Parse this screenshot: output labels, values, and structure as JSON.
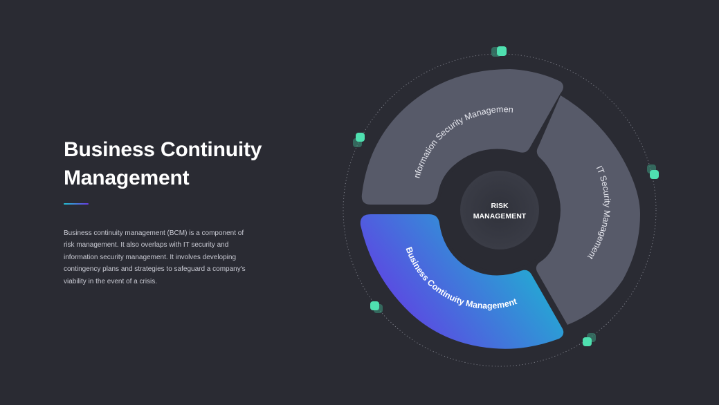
{
  "slide": {
    "title_line1": "Business Continuity",
    "title_line2": "Management",
    "description": "Business continuity management (BCM) is a component of risk management. It also overlaps with IT security and information security management. It involves developing contingency plans and strategies to safeguard a company's viability in the event of a crisis."
  },
  "diagram": {
    "center_line1": "RISK",
    "center_line2": "MANAGEMENT",
    "segments": [
      {
        "label": "Information Security Management",
        "color": "#575a69"
      },
      {
        "label": "IT Security Management",
        "color": "#575a69"
      },
      {
        "label": "Business Continuity Management",
        "gradient": [
          "#6a30e6",
          "#18bed0"
        ]
      }
    ]
  },
  "colors": {
    "background": "#2a2b33",
    "accent_start": "#22c4d4",
    "accent_end": "#6a39e6",
    "marker": "#4fe0b0"
  }
}
